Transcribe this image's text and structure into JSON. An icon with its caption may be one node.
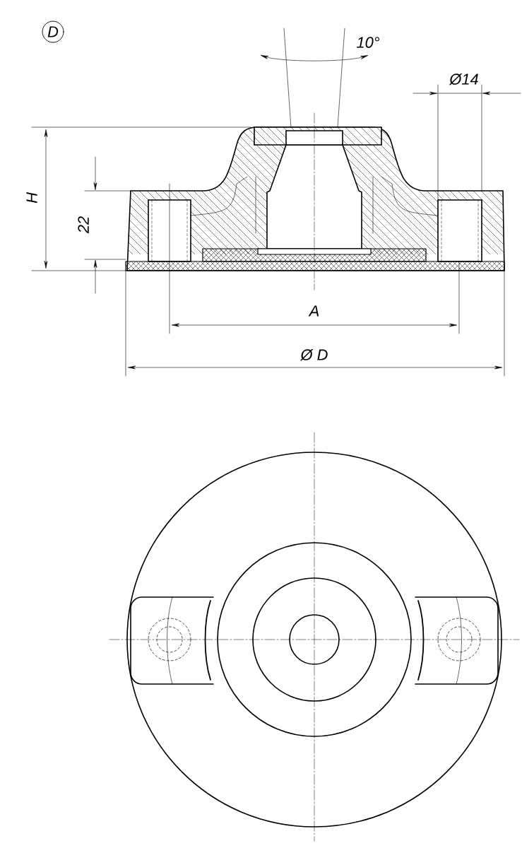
{
  "diagram": {
    "labels": [
      "D",
      "10°",
      "Ø14",
      "H",
      "22",
      "A",
      "Ø D"
    ]
  }
}
